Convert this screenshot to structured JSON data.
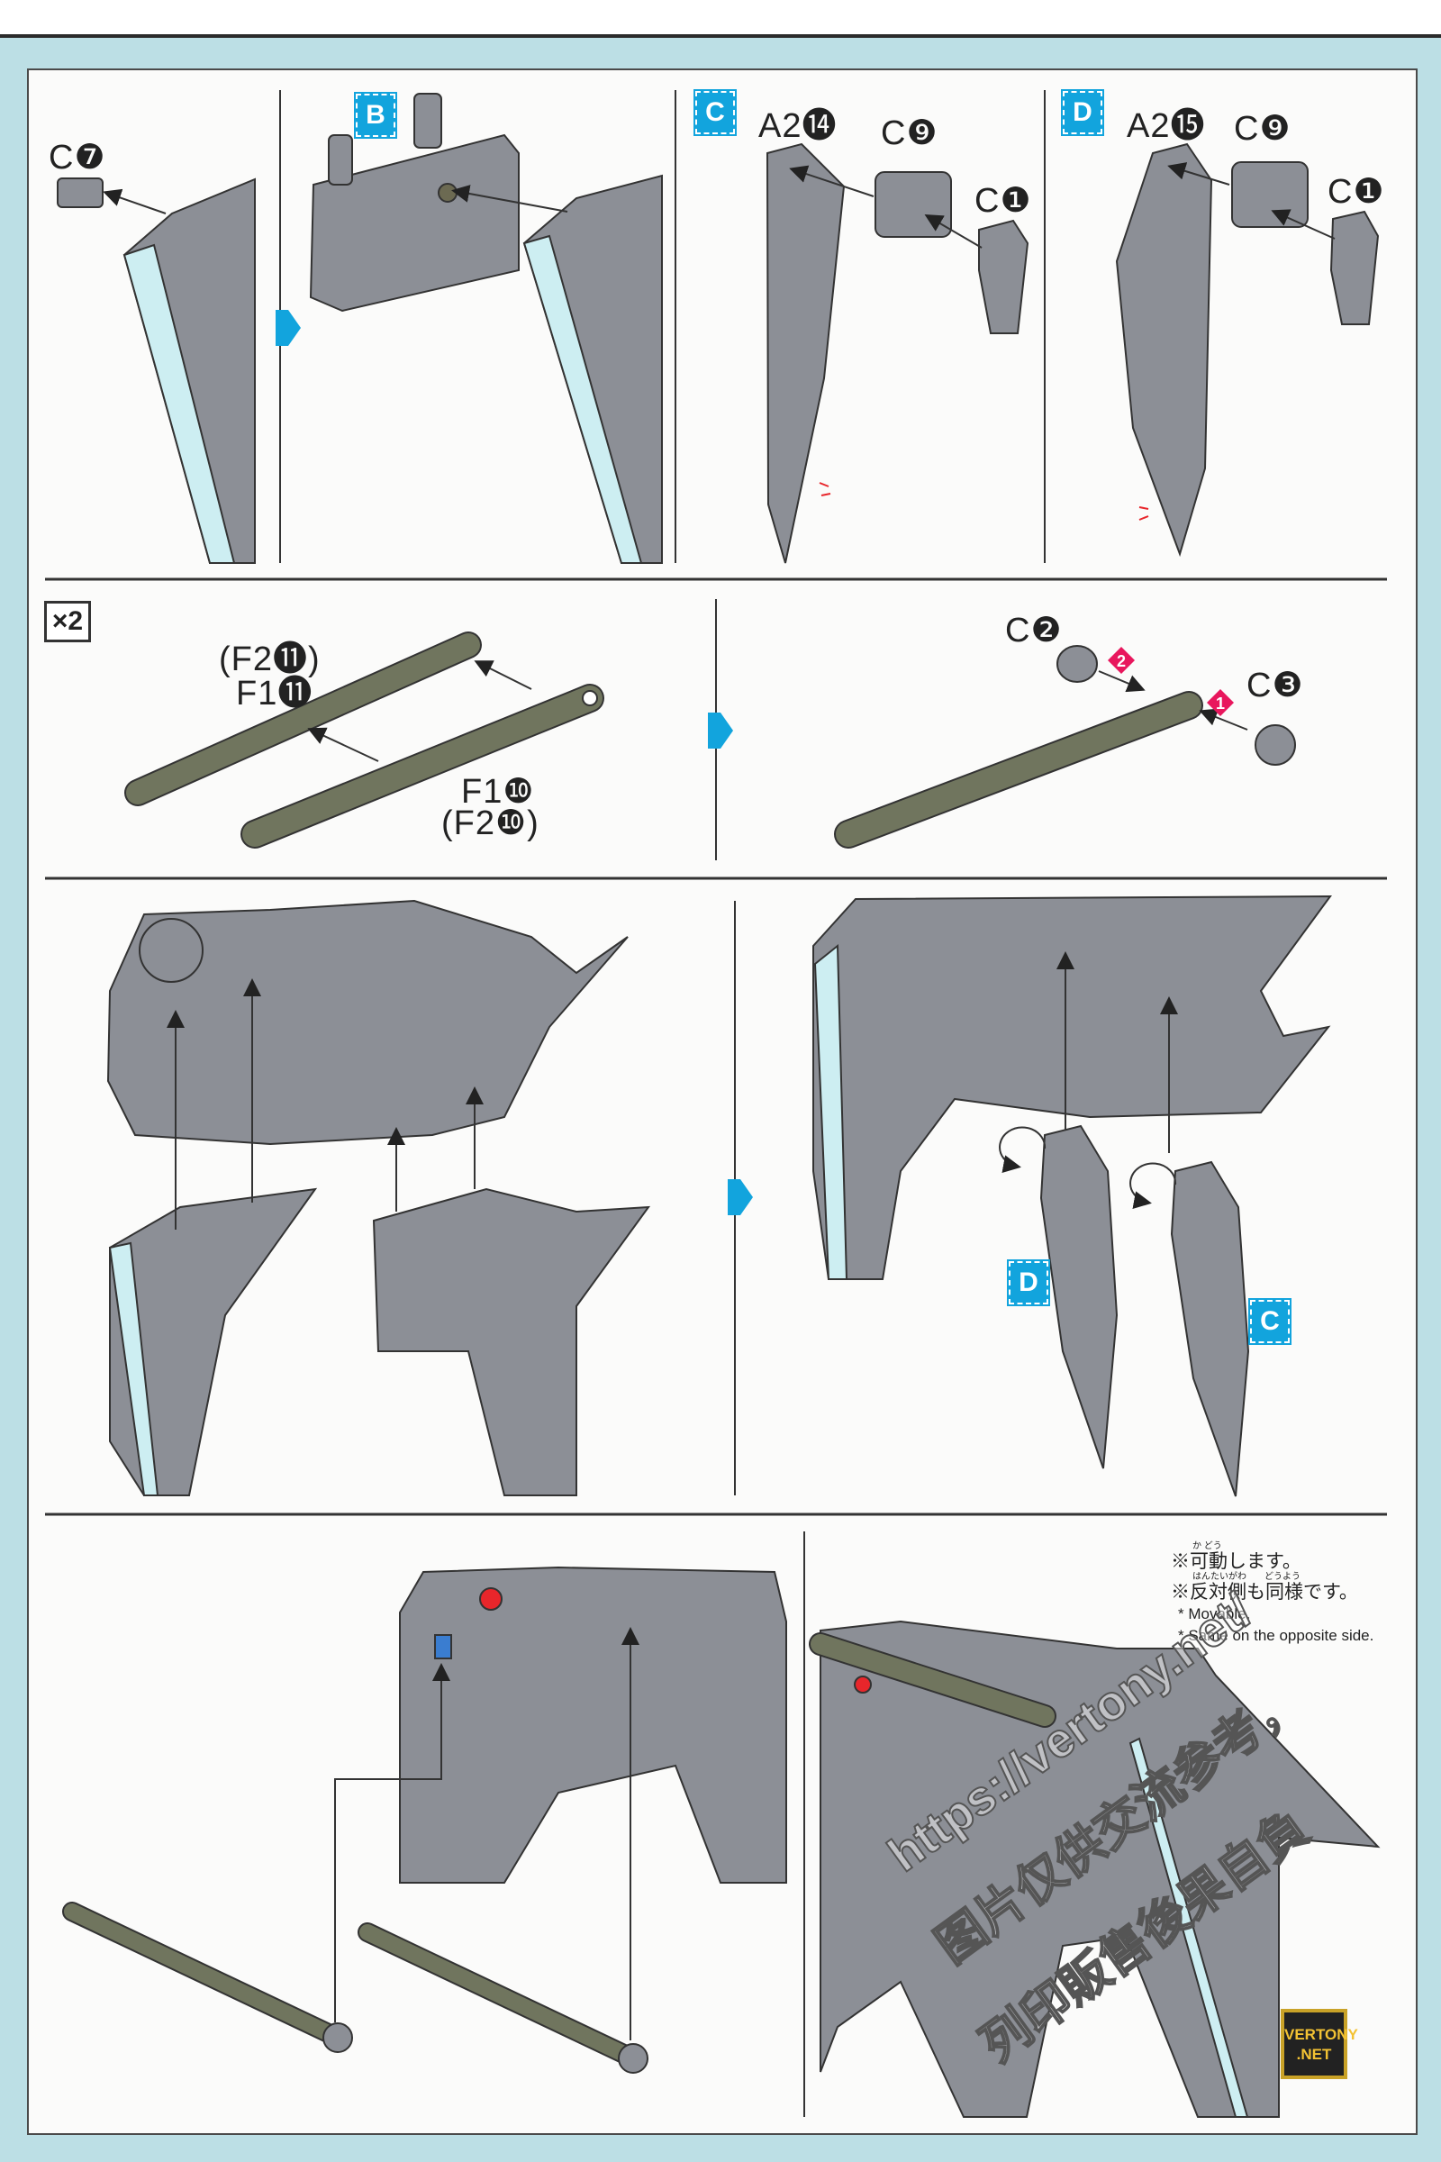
{
  "step1": {
    "panel_a": {
      "part": "C❼"
    },
    "panel_b": {
      "badge": "B"
    },
    "panel_c": {
      "badge": "C",
      "part_main": "A2⓮",
      "part_joint": "C❾",
      "part_cover": "C❶"
    },
    "panel_d": {
      "badge": "D",
      "part_main": "A2⓯",
      "part_joint": "C❾",
      "part_cover": "C❶"
    }
  },
  "step2": {
    "quantity": "×2",
    "part_upper_alt": "(F2⓫)",
    "part_upper": "F1⓫",
    "part_lower": "F1❿",
    "part_lower_alt": "(F2❿)",
    "part_disc": "C❷",
    "part_ball": "C❸",
    "order_1": "1",
    "order_2": "2"
  },
  "step3": {
    "badge_d": "D",
    "badge_c": "C"
  },
  "step4": {
    "notes": {
      "movable_jp": "※可動します。",
      "movable_ruby": "か どう",
      "opposite_jp": "※反対側も同様です。",
      "opposite_ruby": "はんたいがわ　　どうよう",
      "movable_en": "* Movable.",
      "opposite_en": "* Same on the opposite side."
    }
  },
  "watermark": {
    "url": "https://vertony.net/",
    "line1": "图片仅供交流参考，",
    "line2": "列印販售後果自負",
    "logo_top": "VERTONY",
    "logo_bottom": ".NET"
  },
  "colors": {
    "part_gray": "#8c8f96",
    "olive": "#70755e",
    "accent_blue": "#12a4dd",
    "clear_blue": "#cdeef2",
    "marker_red": "#e8175d"
  }
}
